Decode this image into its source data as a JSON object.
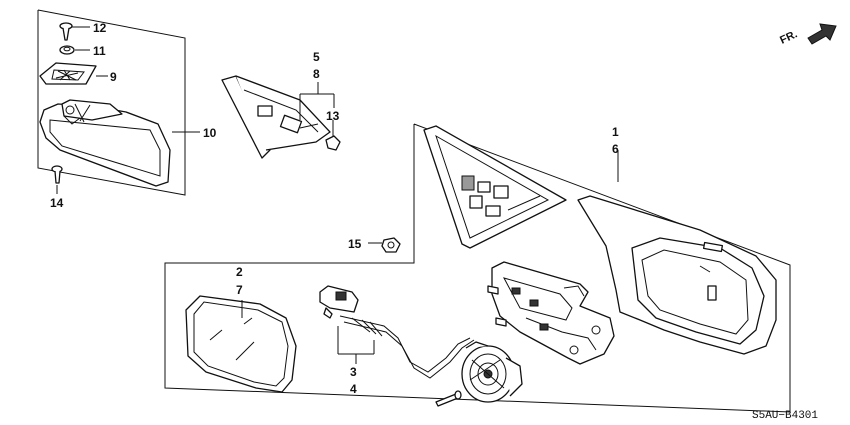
{
  "diagram": {
    "direction_marker": "FR.",
    "diagram_code": "S5AU−B4301",
    "callouts": {
      "c1": "1",
      "c2": "2",
      "c3": "3",
      "c4": "4",
      "c5": "5",
      "c6": "6",
      "c7": "7",
      "c8": "8",
      "c9": "9",
      "c10": "10",
      "c11": "11",
      "c12": "12",
      "c13": "13",
      "c14": "14",
      "c15": "15"
    }
  }
}
